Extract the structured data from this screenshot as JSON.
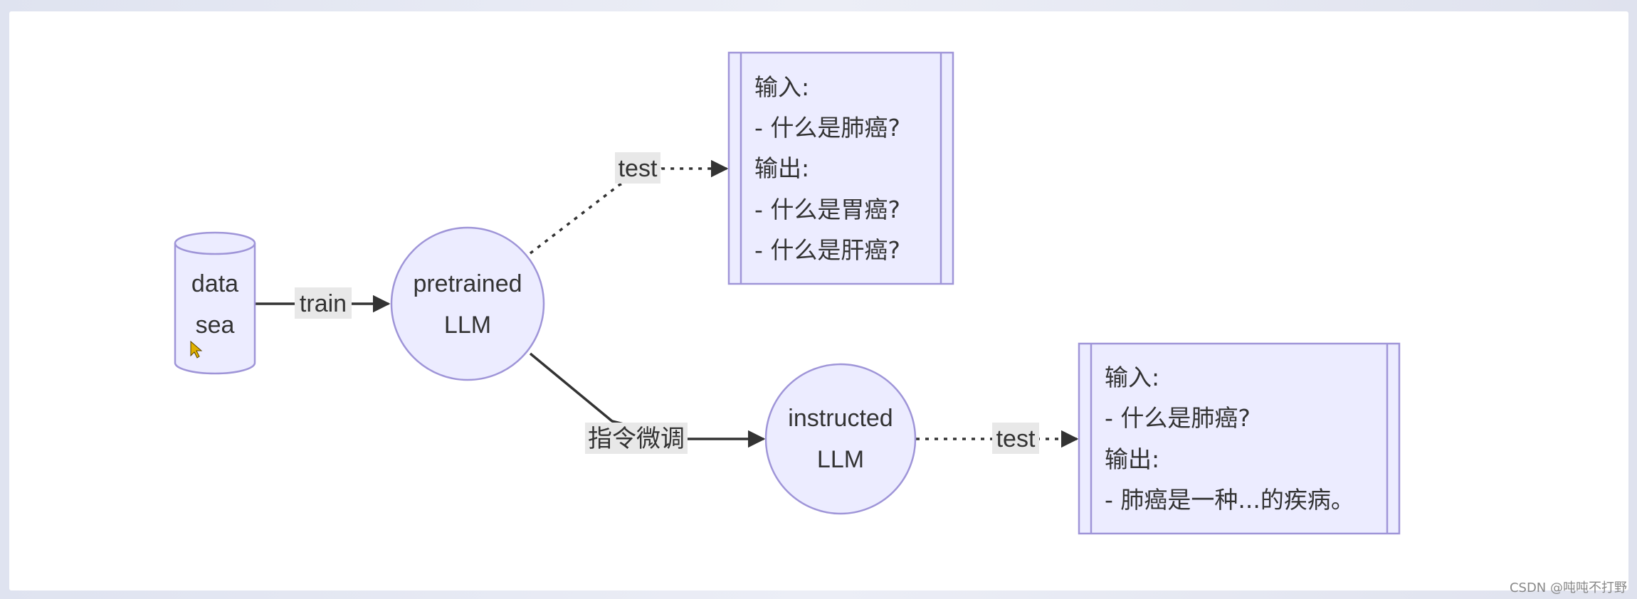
{
  "nodes": {
    "data_sea": [
      "data",
      "sea"
    ],
    "pretrained": [
      "pretrained",
      "LLM"
    ],
    "instructed": [
      "instructed",
      "LLM"
    ]
  },
  "edges": {
    "train": "train",
    "test_top": "test",
    "finetune": "指令微调",
    "test_bottom": "test"
  },
  "boxes": {
    "top": [
      "输入:",
      "- 什么是肺癌?",
      "输出:",
      "- 什么是胃癌?",
      "- 什么是肝癌?"
    ],
    "bottom": [
      "输入:",
      "- 什么是肺癌?",
      "输出:",
      "- 肺癌是一种...的疾病。"
    ]
  },
  "colors": {
    "node_fill": "#ececff",
    "node_stroke": "#9f95d8",
    "edge": "#333333"
  },
  "watermark": "CSDN @吨吨不打野"
}
